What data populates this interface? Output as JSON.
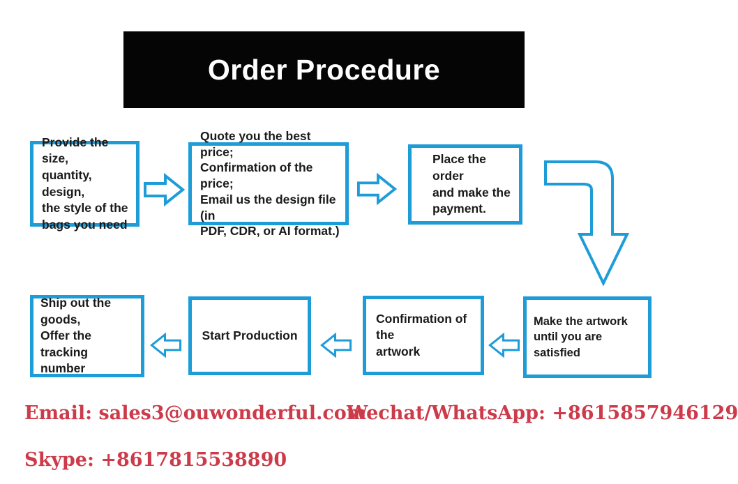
{
  "title": "Order Procedure",
  "colors": {
    "accent_blue": "#1e9cd8",
    "contact_red": "#cd3a4a",
    "banner_black": "#050505",
    "box_text": "#1a1a1a"
  },
  "steps": [
    {
      "id": 1,
      "text": "Provide the size,\nquantity, design,\nthe style of the\nbags you need"
    },
    {
      "id": 2,
      "text": "Quote you the best price;\nConfirmation of the price;\nEmail us the design file (in\nPDF, CDR, or AI format.)"
    },
    {
      "id": 3,
      "text": "Place the order\nand make the\npayment."
    },
    {
      "id": 4,
      "text": "Make the artwork\nuntil you are satisfied"
    },
    {
      "id": 5,
      "text": "Confirmation of the\nartwork"
    },
    {
      "id": 6,
      "text": "Start Production"
    },
    {
      "id": 7,
      "text": "Ship out the goods,\nOffer the tracking\nnumber"
    }
  ],
  "icons": {
    "arrow_right": "right-arrow-outline",
    "arrow_left": "left-arrow-outline",
    "arrow_elbow_down": "elbow-right-then-down-arrow-outline"
  },
  "contacts": {
    "email": "Email: sales3@ouwonderful.com",
    "wechat_whatsapp": "Wechat/WhatsApp: +8615857946129",
    "skype": "Skype: +8617815538890"
  }
}
